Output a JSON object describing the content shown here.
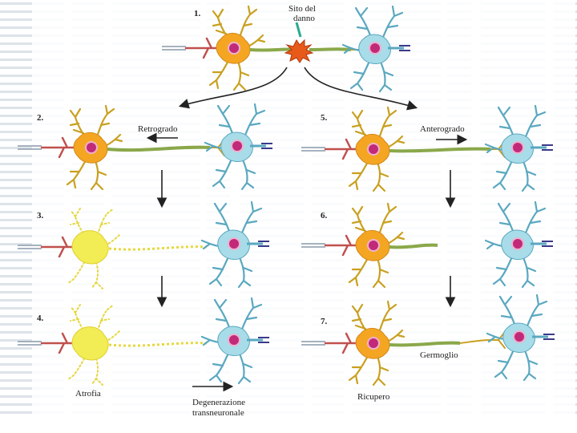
{
  "figure": {
    "damage_label_line1": "Sito del",
    "damage_label_line2": "danno",
    "steps": {
      "s1": "1.",
      "s2": "2.",
      "s3": "3.",
      "s4": "4.",
      "s5": "5.",
      "s6": "6.",
      "s7": "7."
    },
    "labels": {
      "retrograde": "Retrogrado",
      "anterograde": "Anterogrado",
      "sprout": "Germoglio",
      "atrophy": "Atrofia",
      "recovery": "Ricupero",
      "transneuronal_line1": "Degenerazione",
      "transneuronal_line2": "transneuronale"
    },
    "colors": {
      "background_text": "#c8d0da",
      "panel_bg": "#ffffff",
      "neuron_orange": "#f4a623",
      "neuron_orange_dark": "#d4881a",
      "dendrite_gold": "#c9a020",
      "degenerating_yellow": "#f2ec55",
      "neuron_blue": "#a8dce8",
      "neuron_blue_dark": "#5aa8c0",
      "nucleus_magenta": "#c02a78",
      "presynaptic_red": "#c0504d",
      "myelin_green": "#8aa84a",
      "damage_burst": "#e85a1a"
    }
  }
}
